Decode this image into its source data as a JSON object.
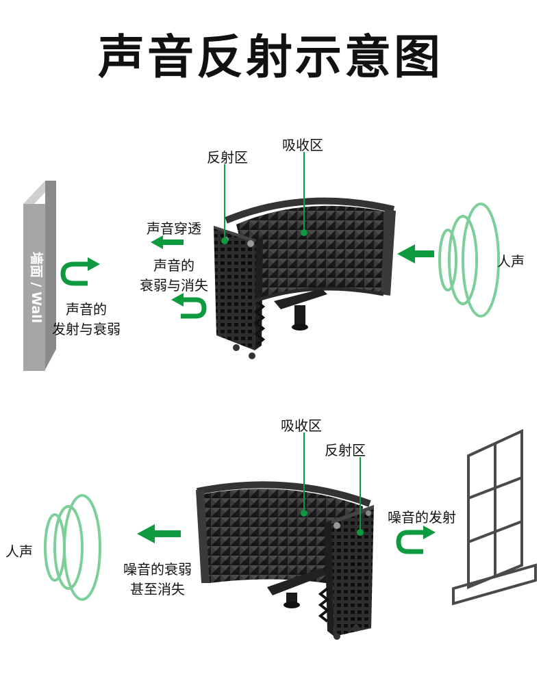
{
  "title": "声音反射示意图",
  "colors": {
    "accent_green": "#0e9a3f",
    "wave_green": "#7ccf98",
    "wall_gray": "#a6a6a6",
    "foam_dark": "#2a2a2a",
    "window_gray": "#4a4a4a"
  },
  "top_diagram": {
    "label_reflection_zone": "反射区",
    "label_absorption_zone": "吸收区",
    "label_sound_penetration": "声音穿透",
    "label_attenuation_line1": "声音的",
    "label_attenuation_line2": "衰弱与消失",
    "label_wall": "墙面 / Wall",
    "label_wall_reflection_line1": "声音的",
    "label_wall_reflection_line2": "发射与衰弱",
    "label_voice": "人声"
  },
  "bottom_diagram": {
    "label_absorption_zone": "吸收区",
    "label_reflection_zone": "反射区",
    "label_voice": "人声",
    "label_noise_reflection": "噪音的发射",
    "label_noise_attenuation_line1": "噪音的衰弱",
    "label_noise_attenuation_line2": "甚至消失"
  },
  "icons": [
    "right-arrow-icon",
    "left-arrow-icon",
    "u-turn-arrow-icon",
    "sound-wave-icon",
    "window-icon",
    "wall-icon",
    "isolation-shield-icon"
  ]
}
